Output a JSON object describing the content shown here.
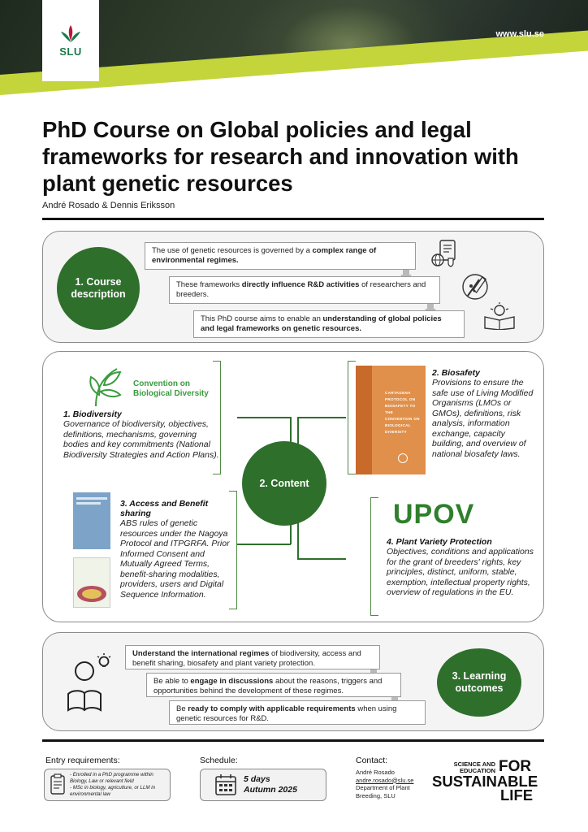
{
  "header": {
    "logo_text": "SLU",
    "website": "www.slu.se"
  },
  "title": "PhD Course on Global policies and legal frameworks for research and innovation with plant genetic resources",
  "authors": "André Rosado & Dennis Eriksson",
  "course_description": {
    "label": "1. Course description",
    "steps": [
      {
        "pre": "The use of genetic resources is governed by a ",
        "bold": "complex range of environmental regimes.",
        "post": ""
      },
      {
        "pre": "These frameworks ",
        "bold": "directly influence R&D activities",
        "post": " of researchers and breeders."
      },
      {
        "pre": "This PhD course aims to enable an ",
        "bold": "understanding of global policies and legal frameworks on genetic resources.",
        "post": ""
      }
    ]
  },
  "content": {
    "label": "2. Content",
    "biodiversity": {
      "logo_line1": "Convention on",
      "logo_line2": "Biological Diversity",
      "heading": "1. Biodiversity",
      "text": "Governance of biodiversity, objectives, definitions, mechanisms, governing bodies and key commitments (National Biodiversity Strategies and Action Plans)."
    },
    "biosafety": {
      "book_text": "CARTAGENA PROTOCOL ON BIOSAFETY TO THE CONVENTION ON BIOLOGICAL DIVERSITY",
      "heading": "2. Biosafety",
      "text": "Provisions to ensure the safe use of Living Modified Organisms (LMOs or GMOs), definitions, risk analysis, information exchange, capacity building, and overview of national biosafety laws."
    },
    "abs": {
      "heading": "3. Access and Benefit sharing",
      "text": "ABS rules of genetic resources under the Nagoya Protocol and ITPGRFA. Prior Informed Consent and Mutually Agreed Terms, benefit-sharing modalities, providers, users and Digital Sequence Information."
    },
    "pvp": {
      "logo": "UPOV",
      "heading": "4. Plant Variety Protection",
      "text": "Objectives, conditions and applications for the grant of breeders' rights, key principles, distinct, uniform, stable, exemption, intellectual property rights, overview of regulations in the EU."
    }
  },
  "learning": {
    "label": "3. Learning outcomes",
    "steps": [
      {
        "pre": "",
        "bold": "Understand the international regimes",
        "post": " of biodiversity, access and benefit sharing, biosafety and plant variety protection."
      },
      {
        "pre": "Be able to ",
        "bold": "engage in discussions",
        "post": " about the reasons, triggers and opportunities behind the development of these regimes."
      },
      {
        "pre": "Be ",
        "bold": "ready to comply with applicable requirements",
        "post": " when using genetic resources for R&D."
      }
    ]
  },
  "footer": {
    "entry_label": "Entry requirements:",
    "entry_items": [
      "- Enrolled in a PhD programme within Biology, Law or relevant field",
      "- MSc in biology, agriculture, or LLM in environmental law"
    ],
    "schedule_label": "Schedule:",
    "schedule_line1": "5 days",
    "schedule_line2": "Autumn 2025",
    "contact_label": "Contact:",
    "contact_name": "André Rosado",
    "contact_email": "andre.rosado@slu.se",
    "contact_dept": "Department of Plant Breeding, SLU",
    "slogan_small1": "SCIENCE AND",
    "slogan_small2": "EDUCATION",
    "slogan_for": "FOR",
    "slogan_big1": "SUSTAINABLE",
    "slogan_big2": "LIFE"
  },
  "colors": {
    "accent_green": "#2f6f2c",
    "lime": "#c3d53b",
    "slu_green": "#1a7a4a"
  }
}
